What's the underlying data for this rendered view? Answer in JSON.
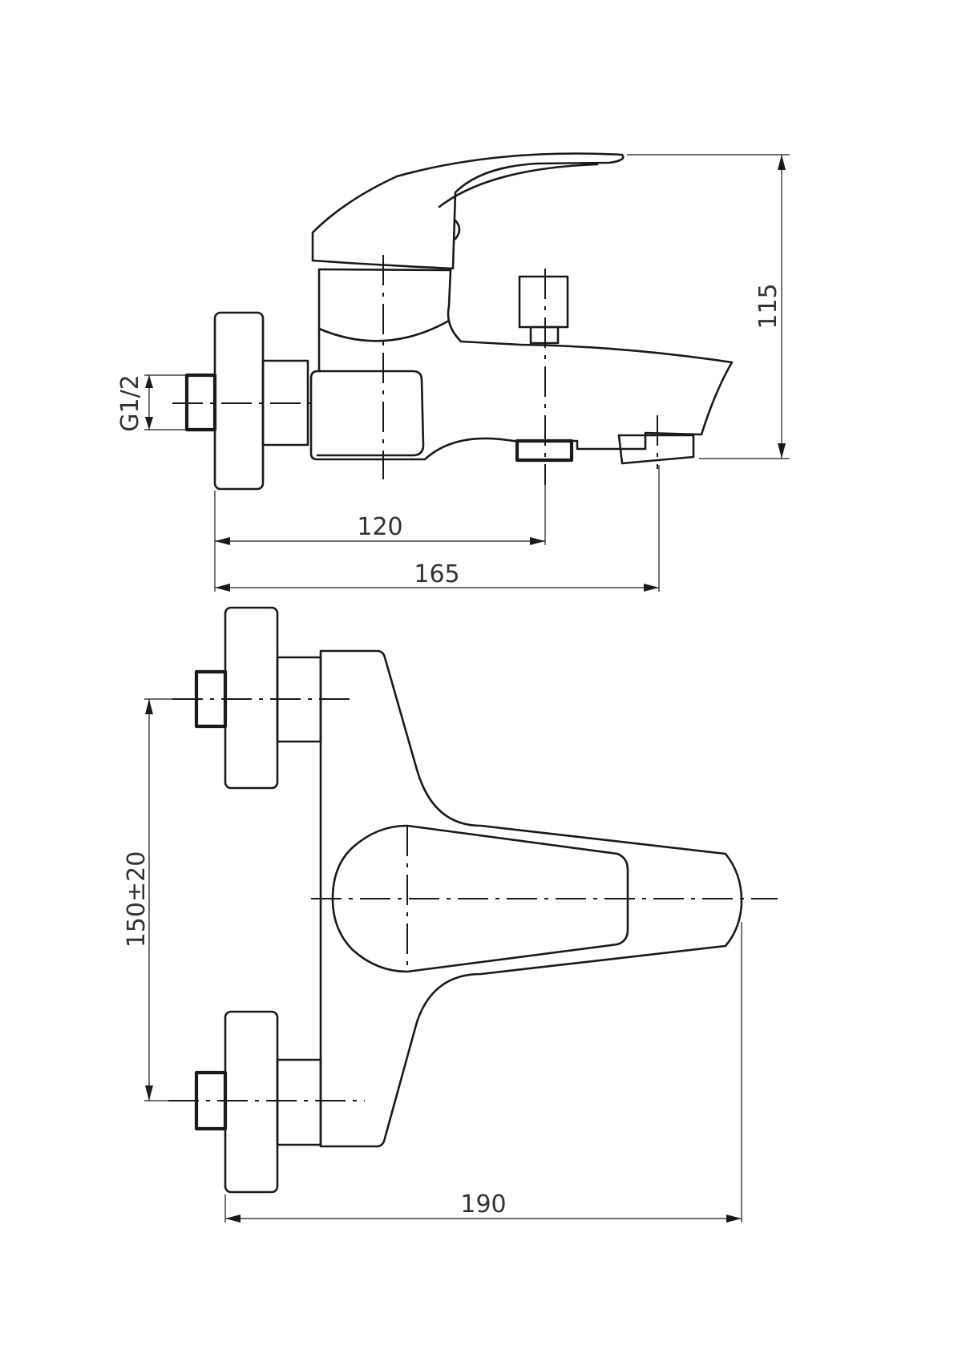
{
  "dimensions": {
    "side_height": "115",
    "thread": "G1/2",
    "side_width_short": "120",
    "side_width_long": "165",
    "top_spacing": "150±20",
    "top_width": "190"
  },
  "colors": {
    "line": "#1a1a1a",
    "text": "#333333",
    "background": "#ffffff"
  }
}
